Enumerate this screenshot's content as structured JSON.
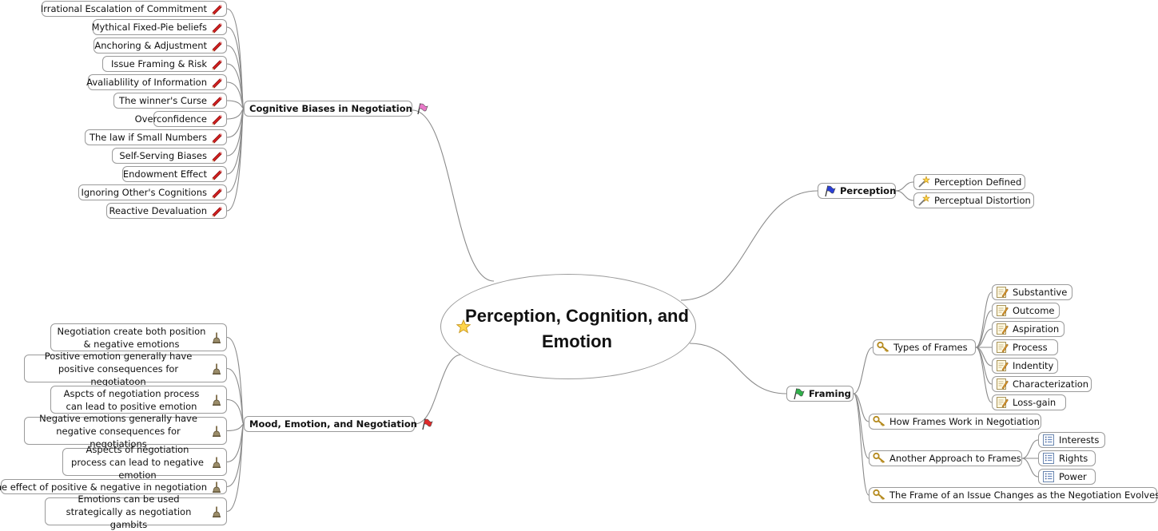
{
  "central_topic": {
    "title": "Perception, Cognition, and Emotion",
    "icon": "star-icon"
  },
  "branches": {
    "cognitive_biases": {
      "label": "Cognitive Biases in Negotiation",
      "icon": "pink-flag-icon",
      "items": [
        "Irrational Escalation of Commitment",
        "Mythical Fixed-Pie beliefs",
        "Anchoring & Adjustment",
        "Issue Framing & Risk",
        "Avaliablility of Information",
        "The winner's Curse",
        "Overconfidence",
        "The law if Small Numbers",
        "Self-Serving Biases",
        "Endowment Effect",
        "Ignoring Other's Cognitions",
        "Reactive Devaluation"
      ],
      "item_icon": "red-pencil-icon"
    },
    "mood_emotion": {
      "label": "Mood, Emotion, and Negotiation",
      "icon": "red-flag-icon",
      "items": [
        "Negotiation create both position & negative emotions",
        "Positive emotion generally have positive consequences for negotiatoon",
        "Aspcts of negotiation process can lead to positive emotion",
        "Negative emotions generally have negative consequences for negotiations",
        "Aspects of negotiation process can lead to negative emotion",
        "The effect of positive & negative in negotiation",
        "Emotions can be used strategically as negotiation gambits"
      ],
      "item_icon": "bell-icon"
    },
    "perception": {
      "label": "Perception",
      "icon": "blue-flag-icon",
      "items": [
        "Perception Defined",
        "Perceptual Distortion"
      ],
      "item_icon": "magic-wand-icon"
    },
    "framing": {
      "label": "Framing",
      "icon": "green-flag-icon",
      "types_of_frames": {
        "label": "Types of Frames",
        "items": [
          "Substantive",
          "Outcome",
          "Aspiration",
          "Process",
          "Indentity",
          "Characterization",
          "Loss-gain"
        ],
        "item_icon": "note-pencil-icon"
      },
      "how_frames_work": "How Frames Work in Negotiation",
      "another_approach": {
        "label": "Another Approach to Frames",
        "items": [
          "Interests",
          "Rights",
          "Power"
        ],
        "item_icon": "list-icon"
      },
      "frame_changes": "The Frame of an Issue Changes as the Negotiation Evolves",
      "subtopic_icon": "key-icon"
    }
  },
  "colors": {
    "line": "#8a8a8a",
    "border": "#9a9a9a"
  }
}
